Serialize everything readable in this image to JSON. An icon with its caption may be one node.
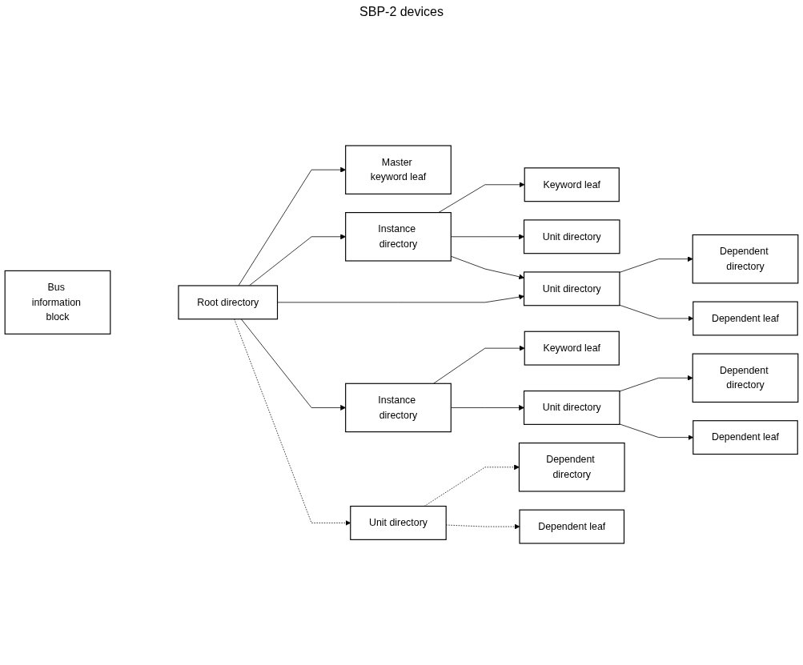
{
  "diagram": {
    "nodes": [
      {
        "text": [
          "Bus information block"
        ]
      },
      {
        "text": [
          "Root directory"
        ]
      },
      {
        "text": [
          "Master keyword leaf"
        ]
      },
      {
        "text": [
          "Instance directory"
        ]
      },
      {
        "text": [
          "Keyword leaf"
        ]
      },
      {
        "text": [
          "Unit directory"
        ]
      },
      {
        "text": [
          "Unit directory"
        ]
      },
      {
        "text": [
          "Dependent directory"
        ]
      },
      {
        "text": [
          "Dependent leaf"
        ]
      },
      {
        "text": [
          "Instance directory"
        ]
      },
      {
        "text": [
          "Keyword leaf"
        ]
      },
      {
        "text": [
          "Unit directory"
        ]
      },
      {
        "text": [
          "Dependent directory"
        ]
      },
      {
        "text": [
          "Dependent leaf"
        ]
      },
      {
        "text": [
          "Unit directory"
        ]
      },
      {
        "text": [
          "Dependent directory"
        ]
      },
      {
        "text": [
          "Dependent leaf"
        ]
      }
    ],
    "edges": [
      {
        "from": 1,
        "to": 2,
        "arrow": "to"
      },
      {
        "from": 1,
        "to": 3,
        "arrow": "to"
      },
      {
        "from": 3,
        "to": 4,
        "arrow": "to"
      },
      {
        "from": 3,
        "to": 5,
        "arrow": "to"
      },
      {
        "from": 3,
        "to": 6,
        "arrow": "to"
      },
      {
        "from": 1,
        "to": 6,
        "arrow": "to"
      },
      {
        "from": 6,
        "to": 7,
        "arrow": "to"
      },
      {
        "from": 6,
        "to": 8,
        "arrow": "to"
      },
      {
        "from": 1,
        "to": 9,
        "arrow": "to"
      },
      {
        "from": 9,
        "to": 10,
        "arrow": "to"
      },
      {
        "from": 9,
        "to": 11,
        "arrow": "to"
      },
      {
        "from": 11,
        "to": 12,
        "arrow": "to"
      },
      {
        "from": 11,
        "to": 13,
        "arrow": "to"
      },
      {
        "from": 1,
        "to": 14,
        "arrow": "to",
        "style": "dashed"
      },
      {
        "from": 14,
        "to": 15,
        "arrow": "to",
        "style": "dashed"
      },
      {
        "from": 14,
        "to": 16,
        "arrow": "to",
        "style": "dashed"
      }
    ],
    "labels": [
      "SBP-2 devices"
    ]
  }
}
